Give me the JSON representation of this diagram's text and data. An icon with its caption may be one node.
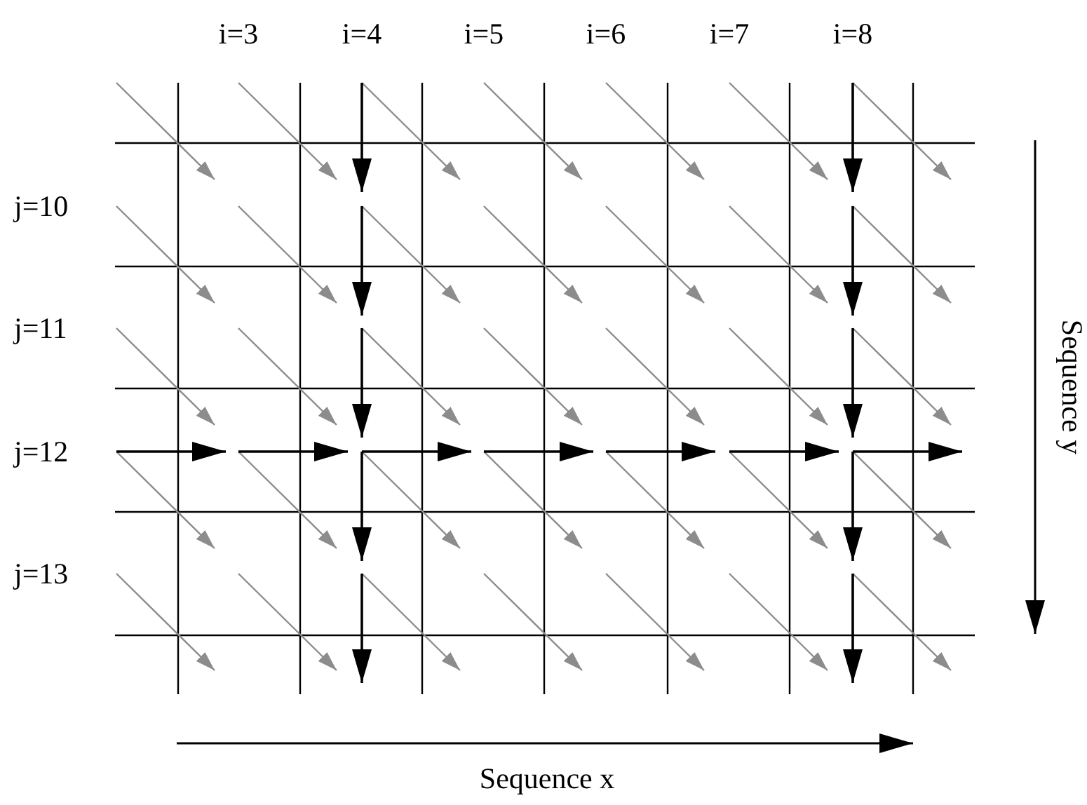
{
  "diagram": {
    "labels": [
      "i=3",
      "i=4",
      "i=5",
      "i=6",
      "i=7",
      "i=8",
      "j=10",
      "j=11",
      "j=12",
      "j=13",
      "Sequence y",
      "Sequence x"
    ]
  }
}
